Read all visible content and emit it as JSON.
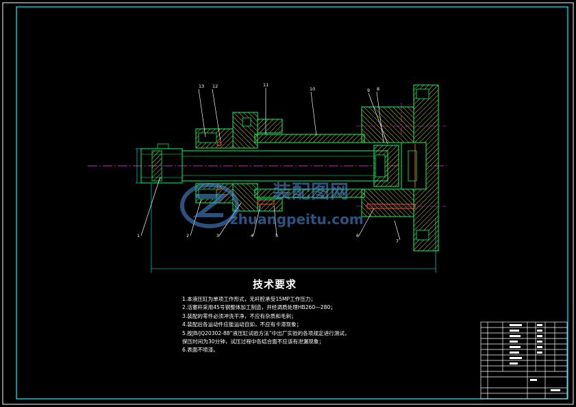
{
  "colors": {
    "background": "#000000",
    "frame": "#ffffff",
    "border": "#00e5ff",
    "part": "#00ff66",
    "hatch": "#d8d83a",
    "centerline": "#ff33ff",
    "leader": "#ffffff",
    "dimension": "#00ffff",
    "watermark": "#4f96e6"
  },
  "balloons": {
    "top": [
      "13",
      "12",
      "11",
      "10",
      "9",
      "8"
    ],
    "bottom": [
      "1",
      "2",
      "3",
      "4",
      "5",
      "6",
      "7"
    ]
  },
  "notes": {
    "title": "技术要求",
    "items": [
      "1.本液压缸为单项工作形式，无杆腔承受15MP工作压力；",
      "2.活塞杆采用45号钢整体加工制造，并经调质处理HB260—280；",
      "3.装配的零件必须冲洗干净，不应有杂质和毛刺；",
      "4.装配后各运动件应能运动自如，不应有卡滞现象；",
      "5.按JB/JQ20302-88“液压缸试验方法”中出厂实验的各项规定进行测试，",
      "保压时间为30分钟，试压过程中各结合面不应该有泄漏现象；",
      "6.表面不喷漆。"
    ]
  },
  "watermark": {
    "cn": "装配图网",
    "en": "zhuangpeitu.com",
    "logo": "zhuangpeitu-logo-icon"
  }
}
